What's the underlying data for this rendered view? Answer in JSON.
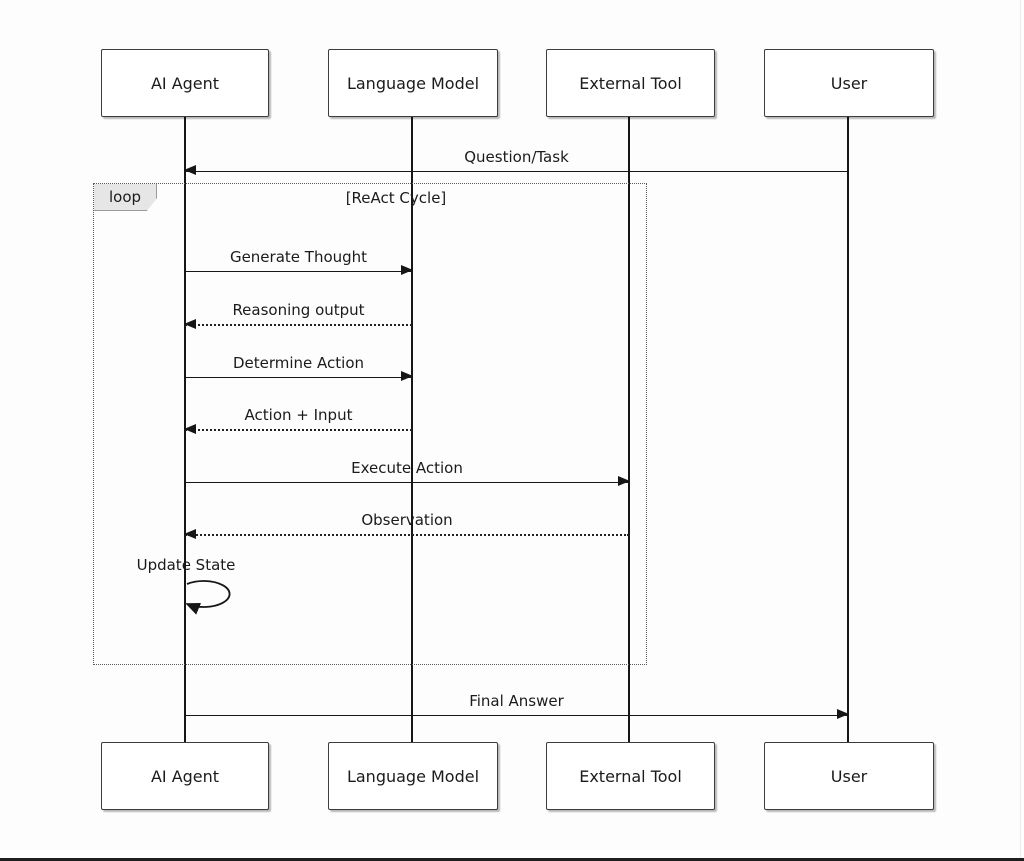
{
  "diagram_type": "sequence",
  "actors": [
    {
      "name": "AI Agent"
    },
    {
      "name": "Language Model"
    },
    {
      "name": "External Tool"
    },
    {
      "name": "User"
    }
  ],
  "loop": {
    "tag": "loop",
    "guard": "[ReAct Cycle]"
  },
  "messages": [
    {
      "text": "Question/Task",
      "from": "User",
      "to": "AI Agent",
      "style": "solid"
    },
    {
      "text": "Generate Thought",
      "from": "AI Agent",
      "to": "Language Model",
      "style": "solid"
    },
    {
      "text": "Reasoning output",
      "from": "Language Model",
      "to": "AI Agent",
      "style": "dotted"
    },
    {
      "text": "Determine Action",
      "from": "AI Agent",
      "to": "Language Model",
      "style": "solid"
    },
    {
      "text": "Action + Input",
      "from": "Language Model",
      "to": "AI Agent",
      "style": "dotted"
    },
    {
      "text": "Execute Action",
      "from": "AI Agent",
      "to": "External Tool",
      "style": "solid"
    },
    {
      "text": "Observation",
      "from": "External Tool",
      "to": "AI Agent",
      "style": "dotted"
    },
    {
      "text": "Update State",
      "from": "AI Agent",
      "to": "AI Agent",
      "style": "self"
    },
    {
      "text": "Final Answer",
      "from": "AI Agent",
      "to": "User",
      "style": "solid"
    }
  ],
  "colors": {
    "line": "#161616",
    "box_border": "#3d3d3d",
    "box_fill": "#ffffff",
    "loop_tag_fill": "#e6e6e6",
    "background": "#fdfdfd",
    "bottom_bar": "#1e1e1e"
  }
}
